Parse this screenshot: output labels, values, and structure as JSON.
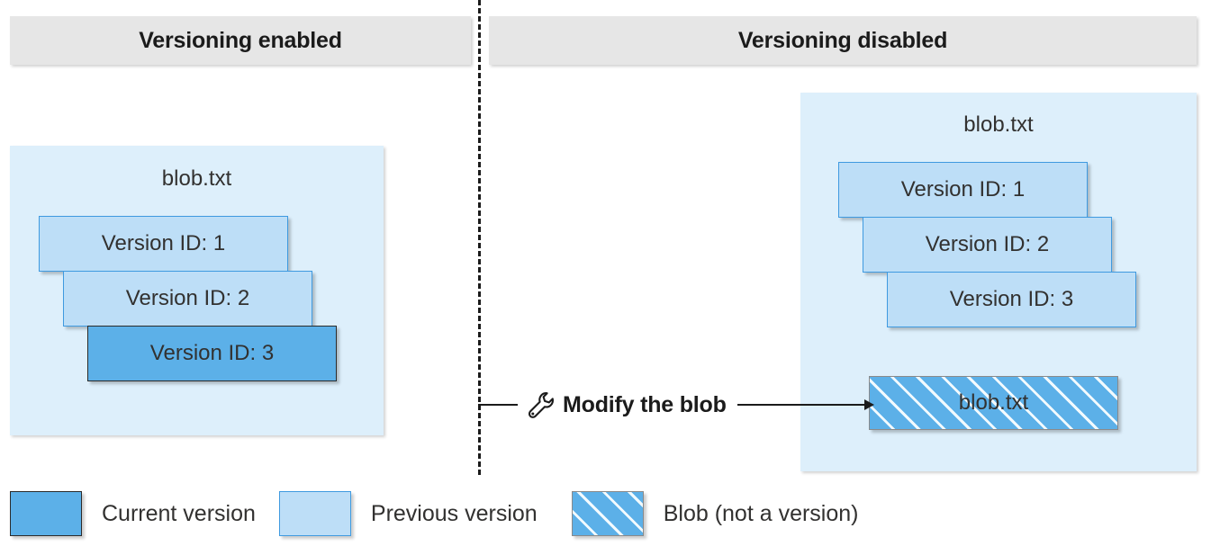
{
  "panels": [
    {
      "header": "Versioning enabled",
      "blob_title": "blob.txt",
      "versions": [
        {
          "label": "Version ID: 1",
          "state": "previous"
        },
        {
          "label": "Version ID: 2",
          "state": "previous"
        },
        {
          "label": "Version ID: 3",
          "state": "current"
        }
      ]
    },
    {
      "header": "Versioning disabled",
      "blob_title": "blob.txt",
      "versions": [
        {
          "label": "Version ID: 1",
          "state": "previous"
        },
        {
          "label": "Version ID: 2",
          "state": "previous"
        },
        {
          "label": "Version ID: 3",
          "state": "previous"
        }
      ],
      "blob_box": {
        "label": "blob.txt",
        "state": "blob"
      }
    }
  ],
  "annotation": {
    "icon": "wrench-icon",
    "label": "Modify the blob"
  },
  "legend": [
    {
      "swatch": "current",
      "label": "Current version"
    },
    {
      "swatch": "previous",
      "label": "Previous version"
    },
    {
      "swatch": "blob",
      "label": "Blob (not a version)"
    }
  ],
  "colors": {
    "header_bg": "#e6e6e6",
    "container_bg": "#ddeffb",
    "current_version": "#5cb0e8",
    "previous_version": "#bddef7",
    "previous_border": "#3f9ae0",
    "divider": "#1b1b1b",
    "text": "#323130"
  }
}
